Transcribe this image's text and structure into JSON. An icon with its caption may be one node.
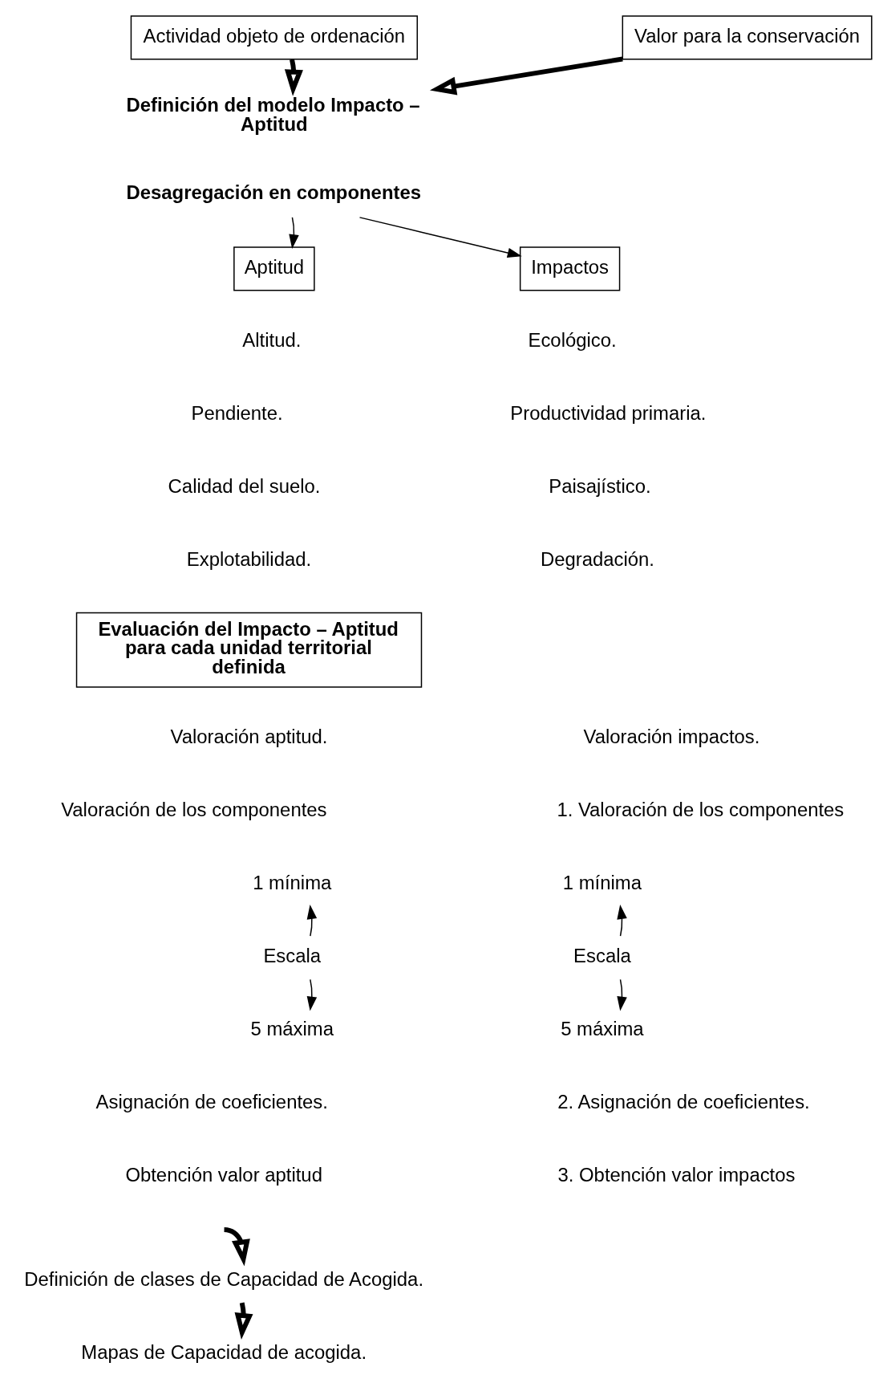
{
  "diagram": {
    "nodes": [
      {
        "text": [
          "Actividad objeto de ordenación"
        ]
      },
      {
        "text": [
          "Valor para la conservación"
        ]
      },
      {
        "text": [
          "Definición del modelo Impacto – Aptitud"
        ]
      },
      {
        "text": [
          "Desagregación en componentes"
        ]
      },
      {
        "text": [
          "Aptitud"
        ]
      },
      {
        "text": [
          "Impactos"
        ]
      },
      {
        "text": [
          "Evaluación del Impacto – Aptitud para cada unidad territorial definida"
        ]
      },
      {
        "text": [
          "Escala"
        ]
      },
      {
        "text": [
          "1 mínima"
        ]
      },
      {
        "text": [
          "5 máxima"
        ]
      },
      {
        "text": [
          "Escala"
        ]
      },
      {
        "text": [
          "1 mínima"
        ]
      },
      {
        "text": [
          "5 máxima"
        ]
      },
      {
        "text": [
          "Definición de clases de Capacidad de Acogida."
        ]
      },
      {
        "text": [
          "Mapas de Capacidad de acogida."
        ]
      }
    ],
    "edges": [
      {
        "from": 0,
        "to": 2,
        "arrow": "to",
        "style": "thick"
      },
      {
        "from": 1,
        "to": 2,
        "arrow": "to",
        "style": "thick"
      },
      {
        "from": 3,
        "to": 4,
        "arrow": "to"
      },
      {
        "from": 3,
        "to": 5,
        "arrow": "to"
      },
      {
        "from": 7,
        "to": 8,
        "arrow": "to"
      },
      {
        "from": 7,
        "to": 9,
        "arrow": "to"
      },
      {
        "from": 10,
        "to": 11,
        "arrow": "to"
      },
      {
        "from": 10,
        "to": 12,
        "arrow": "to"
      },
      {
        "from": null,
        "to": 13,
        "arrow": "to",
        "style": "thick"
      },
      {
        "from": 13,
        "to": 14,
        "arrow": "to",
        "style": "thick"
      }
    ],
    "labels": [
      "Altitud.",
      "Ecológico.",
      "Pendiente.",
      "Productividad primaria.",
      "Calidad del suelo.",
      "Paisajístico.",
      "Explotabilidad.",
      "Degradación.",
      "Valoración aptitud.",
      "Valoración impactos.",
      "Valoración de los componentes",
      "1. Valoración de los componentes",
      "Asignación de coeficientes.",
      "2. Asignación de coeficientes.",
      "Obtención valor aptitud",
      "3. Obtención valor impactos"
    ]
  }
}
